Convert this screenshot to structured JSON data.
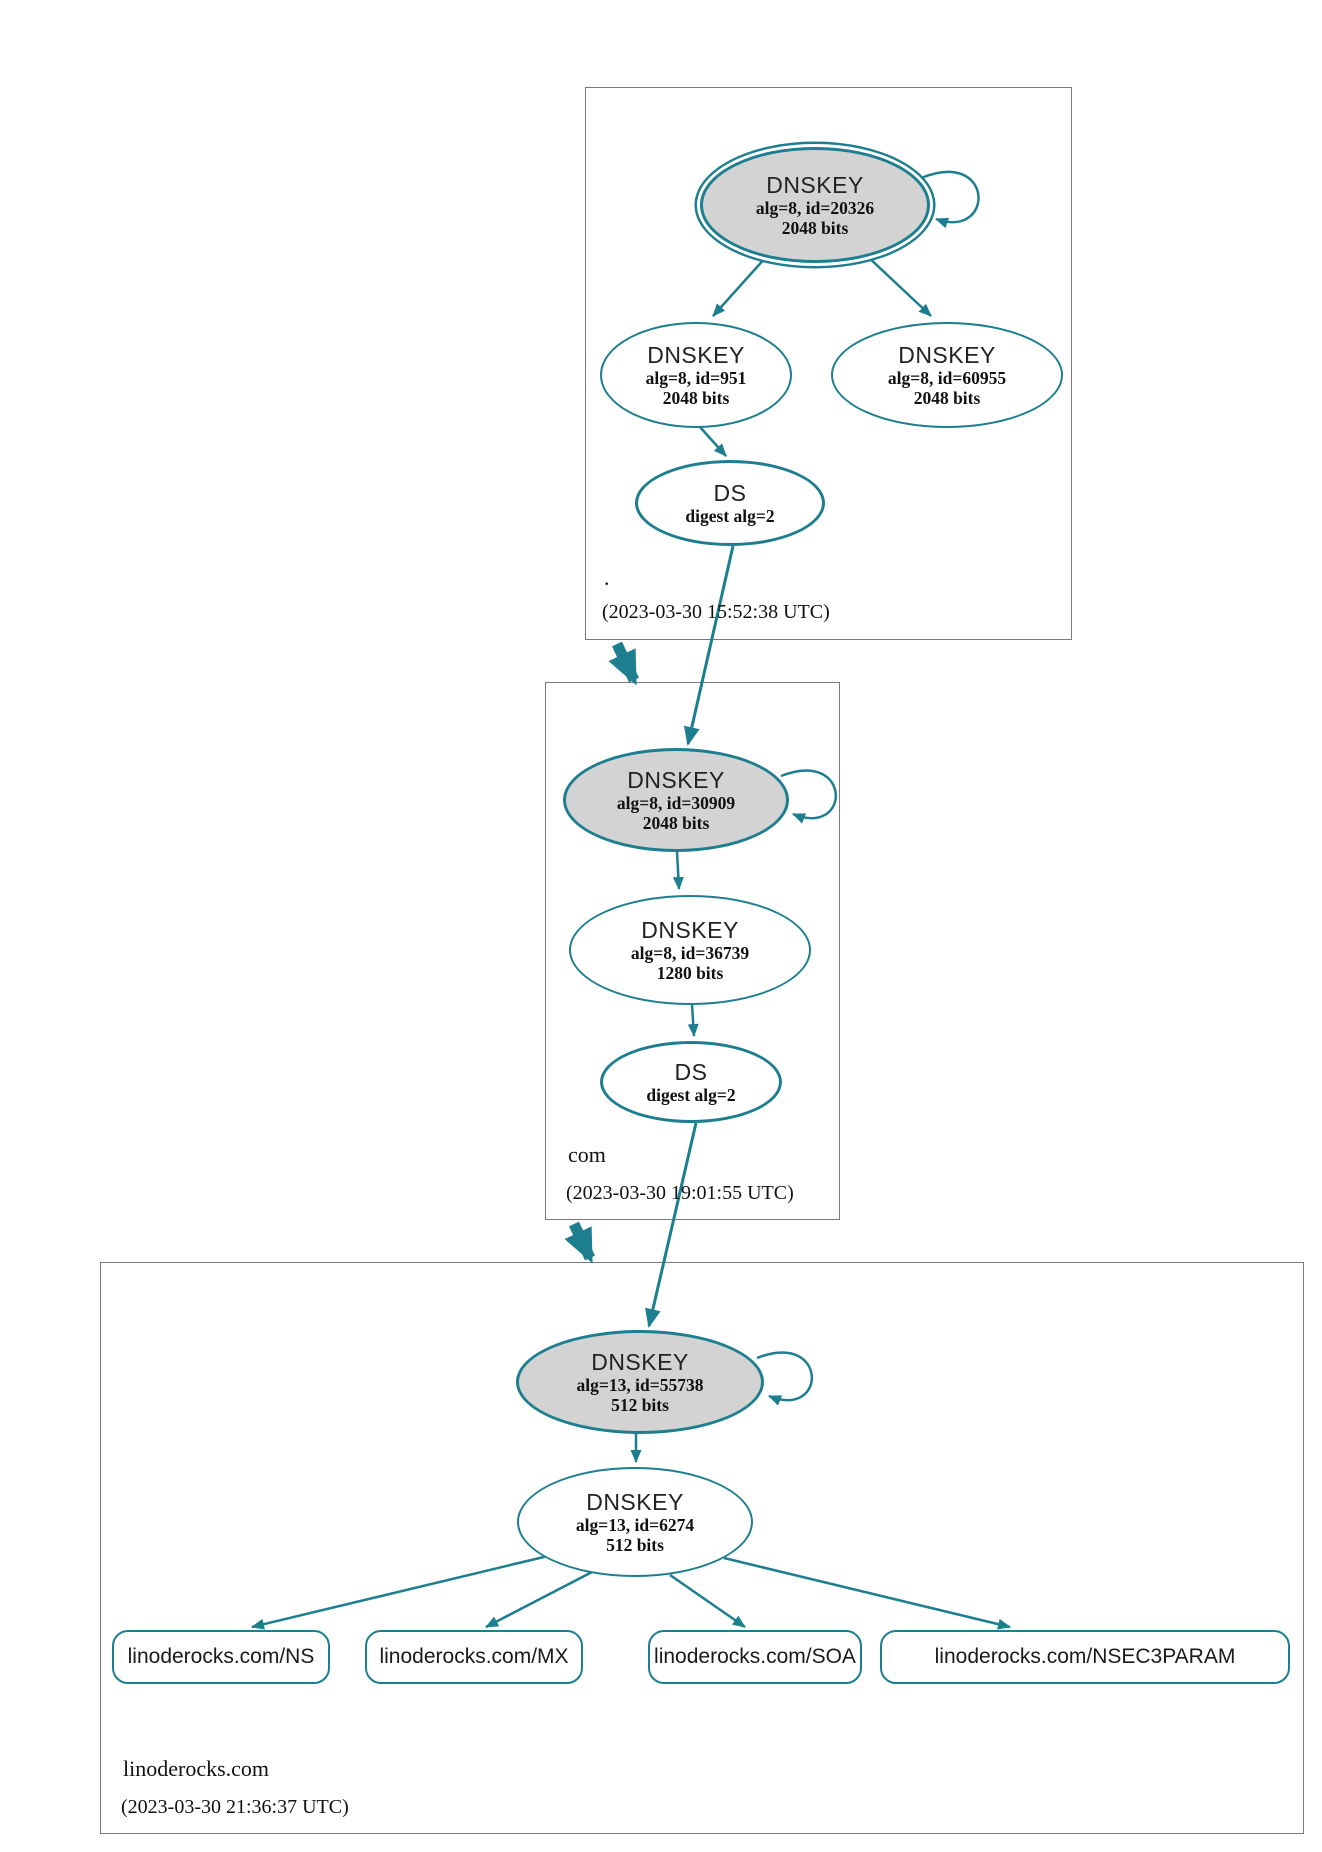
{
  "colors": {
    "edge_teal": "#1c7e8f",
    "ksk_fill": "#d3d3d3",
    "node_fill": "#ffffff",
    "zone_border": "#7a7a7a",
    "text": "#111111"
  },
  "root_zone": {
    "label": ".",
    "timestamp": "(2023-03-30 15:52:38 UTC)",
    "ksk": {
      "title": "DNSKEY",
      "detail1": "alg=8, id=20326",
      "detail2": "2048 bits"
    },
    "zsk1": {
      "title": "DNSKEY",
      "detail1": "alg=8, id=951",
      "detail2": "2048 bits"
    },
    "zsk2": {
      "title": "DNSKEY",
      "detail1": "alg=8, id=60955",
      "detail2": "2048 bits"
    },
    "ds": {
      "title": "DS",
      "detail1": "digest alg=2"
    }
  },
  "com_zone": {
    "label": "com",
    "timestamp": "(2023-03-30 19:01:55 UTC)",
    "ksk": {
      "title": "DNSKEY",
      "detail1": "alg=8, id=30909",
      "detail2": "2048 bits"
    },
    "zsk": {
      "title": "DNSKEY",
      "detail1": "alg=8, id=36739",
      "detail2": "1280 bits"
    },
    "ds": {
      "title": "DS",
      "detail1": "digest alg=2"
    }
  },
  "linoderocks_zone": {
    "label": "linoderocks.com",
    "timestamp": "(2023-03-30 21:36:37 UTC)",
    "ksk": {
      "title": "DNSKEY",
      "detail1": "alg=13, id=55738",
      "detail2": "512 bits"
    },
    "zsk": {
      "title": "DNSKEY",
      "detail1": "alg=13, id=6274",
      "detail2": "512 bits"
    },
    "rrsets": [
      {
        "label": "linoderocks.com/NS"
      },
      {
        "label": "linoderocks.com/MX"
      },
      {
        "label": "linoderocks.com/SOA"
      },
      {
        "label": "linoderocks.com/NSEC3PARAM"
      }
    ]
  }
}
